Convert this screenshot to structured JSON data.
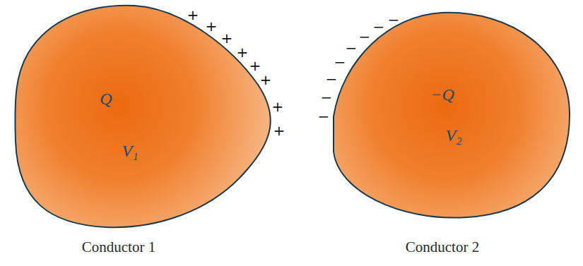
{
  "diagram": {
    "nodes": [
      {
        "text": [
          "Q",
          "V₁",
          "Conductor 1"
        ]
      },
      {
        "text": [
          "−Q",
          "V₂",
          "Conductor 2"
        ]
      }
    ],
    "labels": [
      "+",
      "+",
      "+",
      "+",
      "+",
      "+",
      "+",
      "+",
      "−",
      "−",
      "−",
      "−",
      "−",
      "−",
      "−",
      "−"
    ]
  }
}
